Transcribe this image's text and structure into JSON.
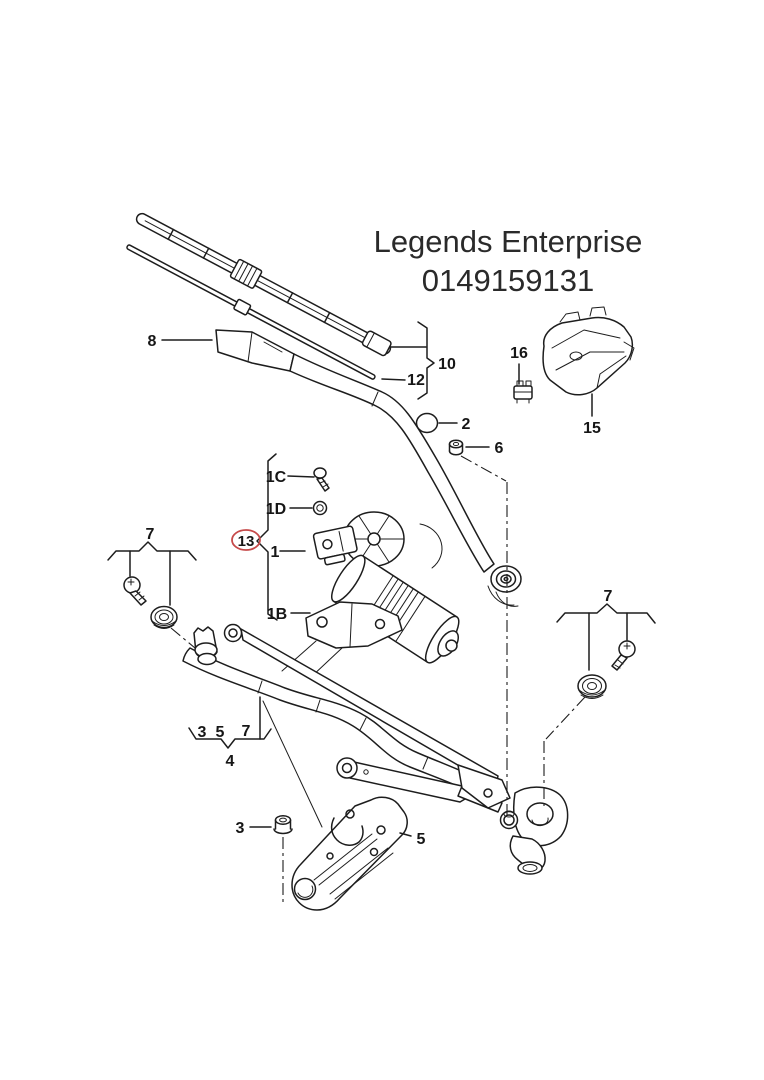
{
  "title": {
    "line1": "Legends Enterprise",
    "line2": "0149159131"
  },
  "diagram": {
    "type": "exploded-parts-diagram",
    "subject": "windshield wiper system (blades, arm, motor, linkage)",
    "highlighted_part": "13"
  },
  "colors": {
    "line": "#1d1d1d",
    "highlight": "#c64a4a",
    "background": "#ffffff"
  },
  "labels": {
    "wiper_arm": "8",
    "blade_assembly": "10",
    "blade_insert": "12",
    "cap": "2",
    "nut_arm": "6",
    "module": "15",
    "connector": "16",
    "screw_1c": "1C",
    "washer_1d": "1D",
    "motor": "1",
    "motor_bracket": "1B",
    "highlight": "13",
    "mount_left": "7",
    "mount_right": "7",
    "grp_3": "3",
    "grp_5": "5",
    "grp_7": "7",
    "assembly": "4",
    "nut_bracket": "3",
    "bracket": "5"
  }
}
